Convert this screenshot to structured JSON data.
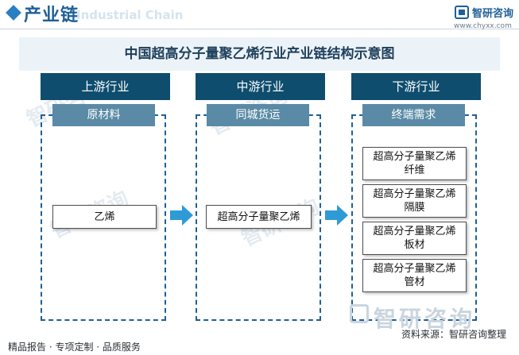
{
  "header": {
    "title": "产业链",
    "ghost_text": "Industrial Chain",
    "logo_name": "智研咨询",
    "logo_url": "www.chyxx.com"
  },
  "diagram": {
    "title": "中国超高分子量聚乙烯行业产业链结构示意图",
    "stages": [
      {
        "label": "上游行业",
        "sub": "原材料",
        "items": [
          "乙烯"
        ]
      },
      {
        "label": "中游行业",
        "sub": "同城货运",
        "items": [
          "超高分子量聚乙烯"
        ]
      },
      {
        "label": "下游行业",
        "sub": "终端需求",
        "items": [
          {
            "line1": "超高分子量聚乙烯",
            "line2": "纤维"
          },
          {
            "line1": "超高分子量聚乙烯",
            "line2": "隔膜"
          },
          {
            "line1": "超高分子量聚乙烯",
            "line2": "板材"
          },
          {
            "line1": "超高分子量聚乙烯",
            "line2": "管材"
          }
        ]
      }
    ]
  },
  "footer": {
    "services": "精品报告 · 专项定制 · 品质服务",
    "source": "资料来源：智研咨询整理",
    "watermark_brand": "智研咨询"
  },
  "colors": {
    "stage_bg": "#0e4d6e",
    "sub_bg": "#5a8aa5",
    "arrow": "#2e9bd6",
    "accent": "#1f5f97"
  }
}
